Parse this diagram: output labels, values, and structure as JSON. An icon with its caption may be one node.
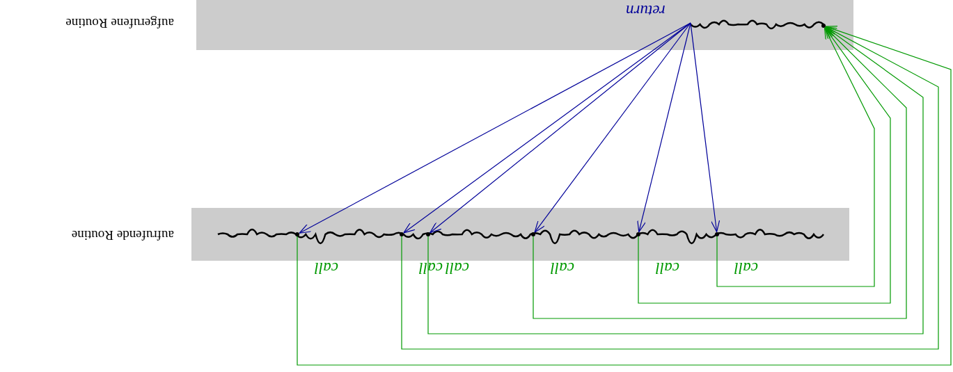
{
  "diagram": {
    "nodes": [
      {
        "text": [
          "aufgerufene Routine"
        ]
      },
      {
        "text": [
          "aufrufende Routine"
        ]
      },
      {
        "text": [],
        "shape": "point",
        "in": 0
      },
      {
        "text": [
          "return"
        ],
        "in": 0
      },
      {
        "text": [],
        "shape": "point",
        "in": 1,
        "beside": [
          "call"
        ]
      },
      {
        "text": [],
        "shape": "point",
        "in": 1,
        "beside": [
          "call"
        ]
      },
      {
        "text": [],
        "shape": "point",
        "in": 1,
        "beside": [
          "call"
        ]
      },
      {
        "text": [],
        "shape": "point",
        "in": 1,
        "beside": [
          "call"
        ]
      },
      {
        "text": [],
        "shape": "point",
        "in": 1,
        "beside": [
          "call"
        ]
      },
      {
        "text": [],
        "shape": "point",
        "in": 1,
        "beside": [
          "call"
        ]
      }
    ],
    "edges": [
      {
        "from": 4,
        "to": 2,
        "arrow": "to",
        "color": "#009900"
      },
      {
        "from": 5,
        "to": 2,
        "arrow": "to",
        "color": "#009900"
      },
      {
        "from": 6,
        "to": 2,
        "arrow": "to",
        "color": "#009900"
      },
      {
        "from": 7,
        "to": 2,
        "arrow": "to",
        "color": "#009900"
      },
      {
        "from": 8,
        "to": 2,
        "arrow": "to",
        "color": "#009900"
      },
      {
        "from": 9,
        "to": 2,
        "arrow": "to",
        "color": "#009900"
      },
      {
        "from": 3,
        "to": 4,
        "arrow": "to",
        "color": "#000099"
      },
      {
        "from": 3,
        "to": 5,
        "arrow": "to",
        "color": "#000099"
      },
      {
        "from": 3,
        "to": 6,
        "arrow": "to",
        "color": "#000099"
      },
      {
        "from": 3,
        "to": 7,
        "arrow": "to",
        "color": "#000099"
      },
      {
        "from": 3,
        "to": 8,
        "arrow": "to",
        "color": "#000099"
      },
      {
        "from": 3,
        "to": 9,
        "arrow": "to",
        "color": "#000099"
      }
    ]
  }
}
